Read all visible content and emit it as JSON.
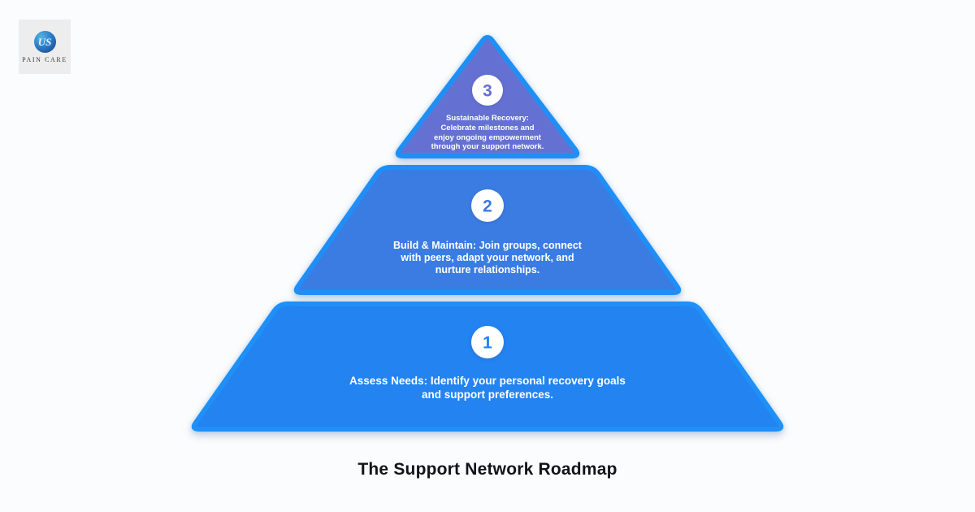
{
  "background_color": "#fbfcfd",
  "logo": {
    "monogram": "US",
    "name": "PAIN CARE",
    "circle_color_top": "#56b4e0",
    "circle_color_bottom": "#123e82",
    "box_color": "#ededee"
  },
  "title": "The Support Network Roadmap",
  "title_color": "#121418",
  "chart_data": {
    "type": "pyramid",
    "title": "The Support Network Roadmap",
    "levels": [
      {
        "number": "1",
        "label": "Assess Needs: Identify your personal recovery goals\nand support preferences.",
        "fill": "#2383f0",
        "border": "#1e90f8"
      },
      {
        "number": "2",
        "label": "Build & Maintain: Join groups, connect\nwith peers, adapt your network, and\nnurture relationships.",
        "fill": "#3b7ce2",
        "border": "#1f8ef7"
      },
      {
        "number": "3",
        "label": "Sustainable Recovery:\nCelebrate milestones and\nenjoy ongoing empowerment\nthrough your support network.",
        "fill": "#6471d3",
        "border": "#1e90f5"
      }
    ]
  }
}
